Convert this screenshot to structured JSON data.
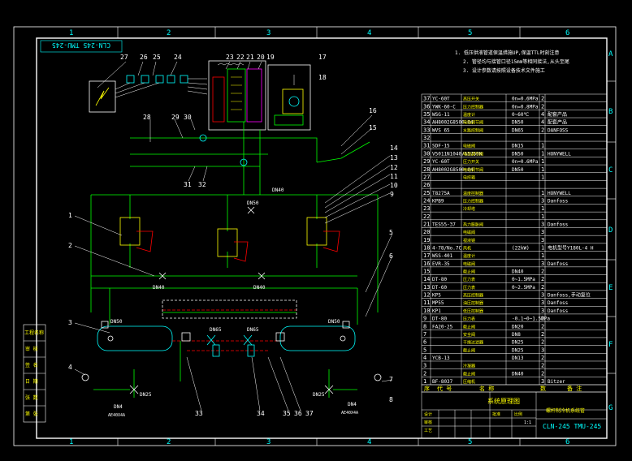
{
  "frame": {
    "columns": [
      "1",
      "2",
      "3",
      "4",
      "5",
      "6"
    ],
    "rows": [
      "A",
      "B",
      "C",
      "D",
      "E",
      "F",
      "G"
    ],
    "model_stamp": "CLN-245 TMU-245"
  },
  "notes": [
    "1. 低压供液管道保温措施UP,保温TTL时刻注意",
    "2. 管径均与接管口径15mm等相同接法,从头至尾",
    "3. 设计参数请按照设备技术文件施工"
  ],
  "callouts": [
    "27",
    "26",
    "25",
    "24",
    "23",
    "22",
    "21",
    "20",
    "19",
    "17",
    "18",
    "16",
    "15",
    "14",
    "13",
    "12",
    "11",
    "10",
    "9",
    "28",
    "29",
    "30",
    "31",
    "32",
    "1",
    "2",
    "3",
    "4",
    "5",
    "6",
    "7",
    "8",
    "33",
    "34",
    "35",
    "36",
    "37"
  ],
  "pipe_labels": [
    "DN50",
    "DN40",
    "DN40",
    "DN25",
    "DN25",
    "DN4",
    "DN4",
    "DN65",
    "DN65",
    "DN50",
    "DN50",
    "DN40"
  ],
  "valve_tags": [
    "AE40X4A",
    "AE40X4A",
    "DN40",
    "DN40"
  ],
  "parts": [
    {
      "no": "37",
      "code": "YC-60T",
      "name": "高压开关",
      "spec": "0n=0.6MPa",
      "qty": "2",
      "note": ""
    },
    {
      "no": "36",
      "code": "YWK-60-C",
      "name": "压力控制器",
      "spec": "0n=0.8MPa",
      "qty": "2",
      "note": ""
    },
    {
      "no": "35",
      "code": "WSG-11",
      "name": "温度计",
      "spec": "0~60℃",
      "qty": "4",
      "note": "配套产品"
    },
    {
      "no": "34",
      "code": "AH8002G8500-04",
      "name": "电动调节阀",
      "spec": "DN50",
      "qty": "4",
      "note": "配套产品"
    },
    {
      "no": "33",
      "code": "WVS 65",
      "name": "水路控制阀",
      "spec": "DN65",
      "qty": "2",
      "note": "DANFOSS"
    },
    {
      "no": "32",
      "code": "",
      "name": "",
      "spec": "",
      "qty": "",
      "note": ""
    },
    {
      "no": "31",
      "code": "SDF-15",
      "name": "电磁阀",
      "spec": "DN15",
      "qty": "1",
      "note": ""
    },
    {
      "no": "30",
      "code": "V5011N1040/A5750N",
      "name": "电动调节阀",
      "spec": "DN50",
      "qty": "1",
      "note": "HONYWELL"
    },
    {
      "no": "29",
      "code": "YC-60T",
      "name": "压力开关",
      "spec": "0n=0.6MPa",
      "qty": "1",
      "note": ""
    },
    {
      "no": "28",
      "code": "AH8002G8500-04",
      "name": "电动调节阀",
      "spec": "DN50",
      "qty": "1",
      "note": ""
    },
    {
      "no": "27",
      "code": "",
      "name": "电控箱",
      "spec": "",
      "qty": "1",
      "note": ""
    },
    {
      "no": "26",
      "code": "",
      "name": "",
      "spec": "",
      "qty": "",
      "note": ""
    },
    {
      "no": "25",
      "code": "T8275A",
      "name": "温度控制器",
      "spec": "",
      "qty": "1",
      "note": "HONYWELL"
    },
    {
      "no": "24",
      "code": "KPB9",
      "name": "压力控制器",
      "spec": "",
      "qty": "3",
      "note": "Danfoss"
    },
    {
      "no": "23",
      "code": "",
      "name": "冷却塔",
      "spec": "",
      "qty": "1",
      "note": ""
    },
    {
      "no": "22",
      "code": "",
      "name": "",
      "spec": "",
      "qty": "1",
      "note": ""
    },
    {
      "no": "21",
      "code": "TES55-37",
      "name": "热力膨胀阀",
      "spec": "",
      "qty": "3",
      "note": "Danfoss"
    },
    {
      "no": "20",
      "code": "",
      "name": "电磁阀",
      "spec": "",
      "qty": "3",
      "note": ""
    },
    {
      "no": "19",
      "code": "",
      "name": "视液镜",
      "spec": "",
      "qty": "3",
      "note": ""
    },
    {
      "no": "18",
      "code": "4-78/No.7C",
      "name": "风机",
      "spec": "(22kW)",
      "qty": "1",
      "note": "电机型号Y180L-4 H"
    },
    {
      "no": "17",
      "code": "WSS-401",
      "name": "温度计",
      "spec": "",
      "qty": "1",
      "note": ""
    },
    {
      "no": "16",
      "code": "EVR-35",
      "name": "电磁阀",
      "spec": "",
      "qty": "3",
      "note": "Danfoss"
    },
    {
      "no": "15",
      "code": "",
      "name": "截止阀",
      "spec": "DN40",
      "qty": "2",
      "note": ""
    },
    {
      "no": "14",
      "code": "DT-80",
      "name": "压力表",
      "spec": "0~1.5MPa",
      "qty": "2",
      "note": ""
    },
    {
      "no": "13",
      "code": "DT-60",
      "name": "压力表",
      "spec": "0~2.5MPa",
      "qty": "2",
      "note": ""
    },
    {
      "no": "12",
      "code": "KP5",
      "name": "高压控制器",
      "spec": "",
      "qty": "3",
      "note": "Danfoss,手动复位"
    },
    {
      "no": "11",
      "code": "MP55",
      "name": "油压控制器",
      "spec": "",
      "qty": "3",
      "note": "Danfoss"
    },
    {
      "no": "10",
      "code": "KP1",
      "name": "低压控制器",
      "spec": "",
      "qty": "3",
      "note": "Danfoss"
    },
    {
      "no": "9",
      "code": "DT-80",
      "name": "压力表",
      "spec": "-0.1~0~1.5MPa",
      "qty": "2",
      "note": ""
    },
    {
      "no": "8",
      "code": "FA20-25",
      "name": "截止阀",
      "spec": "DN20",
      "qty": "2",
      "note": ""
    },
    {
      "no": "7",
      "code": "",
      "name": "安全阀",
      "spec": "DN8",
      "qty": "2",
      "note": ""
    },
    {
      "no": "6",
      "code": "",
      "name": "干燥过滤器",
      "spec": "DN25",
      "qty": "2",
      "note": ""
    },
    {
      "no": "5",
      "code": "",
      "name": "截止阀",
      "spec": "DN25",
      "qty": "3",
      "note": ""
    },
    {
      "no": "4",
      "code": "YCB-13",
      "name": "",
      "spec": "DN13",
      "qty": "2",
      "note": ""
    },
    {
      "no": "3",
      "code": "",
      "name": "冷凝器",
      "spec": "",
      "qty": "2",
      "note": ""
    },
    {
      "no": "2",
      "code": "",
      "name": "截止阀",
      "spec": "DN40",
      "qty": "2",
      "note": ""
    },
    {
      "no": "1",
      "code": "BF-8037",
      "name": "压缩机",
      "spec": "",
      "qty": "3",
      "note": "Bitzer"
    }
  ],
  "parts_header": {
    "no": "序",
    "code": "代 号",
    "name": "名 称",
    "qty": "数",
    "note": "备 注"
  },
  "title_block": {
    "title": "系统原理图",
    "project": "螺杆制冷机系统管",
    "drawing_no": "CLN-245 TMU-245",
    "cells": [
      "设计",
      "审核",
      "工艺",
      "批准",
      "比例",
      "1:1"
    ]
  },
  "left_stamp": [
    "工程名称",
    "审 核",
    "签 名",
    "日 期",
    "张 数",
    "第 张"
  ],
  "colors": {
    "frame": "#ffffff",
    "pipe": "#00ff00",
    "hot": "#ff0000",
    "table": "#ffffff",
    "text": "#ffff00",
    "accent": "#00ffff",
    "magenta": "#ff00ff"
  }
}
